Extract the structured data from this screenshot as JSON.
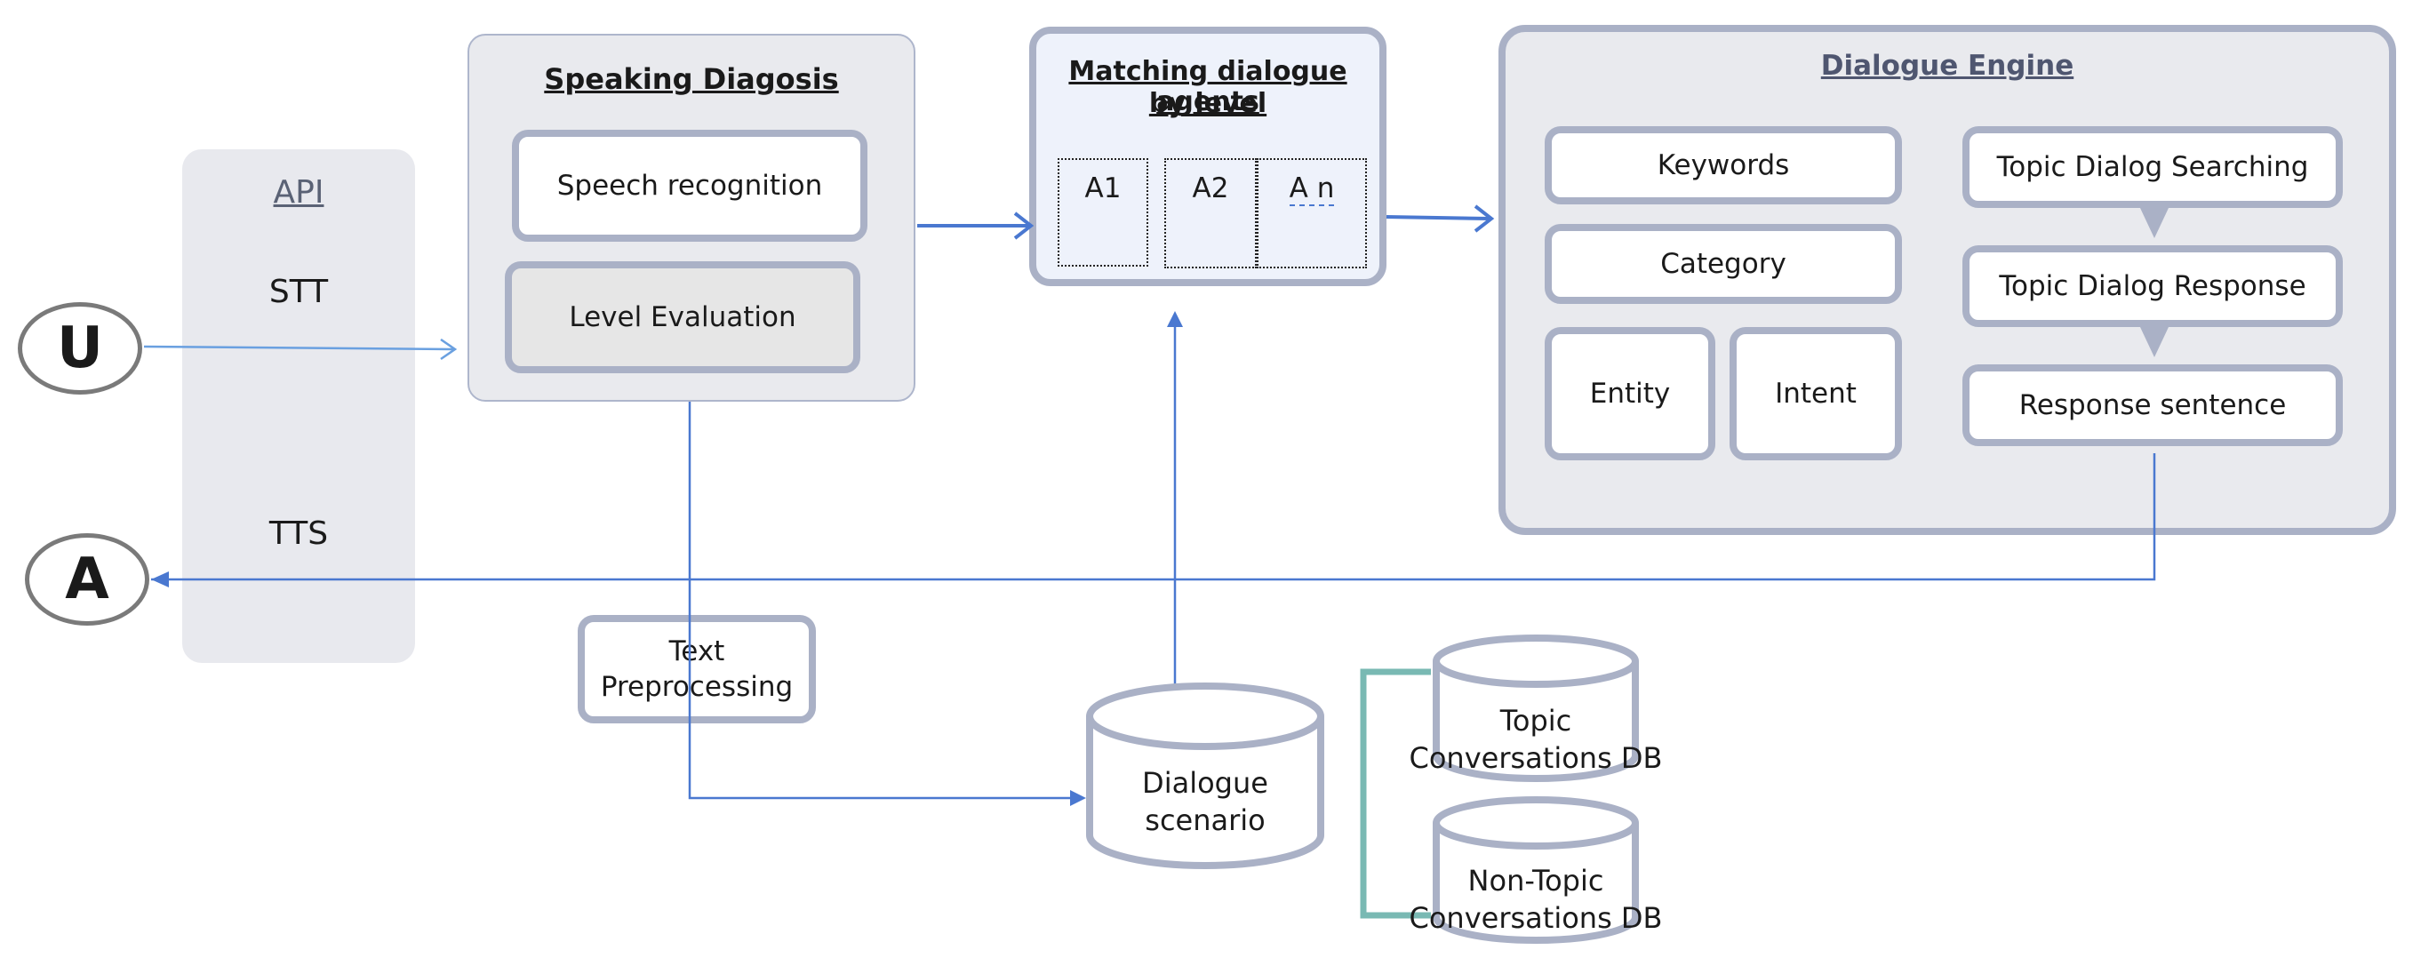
{
  "api": {
    "title": "API",
    "stt": "STT",
    "tts": "TTS"
  },
  "user_node": "U",
  "agent_node": "A",
  "speaking_diagnosis": {
    "title": "Speaking Diagosis",
    "speech_recognition": "Speech recognition",
    "level_evaluation": "Level Evaluation"
  },
  "matching": {
    "title_line1": "Matching dialogue agents",
    "title_line2": "by level",
    "agents": [
      "A1",
      "A2",
      "A n"
    ]
  },
  "engine": {
    "title": "Dialogue Engine",
    "keywords": "Keywords",
    "category": "Category",
    "entity": "Entity",
    "intent": "Intent",
    "topic_searching": "Topic Dialog Searching",
    "topic_response": "Topic Dialog Response",
    "response_sentence": "Response sentence"
  },
  "text_preprocessing": {
    "line1": "Text",
    "line2": "Preprocessing"
  },
  "dialogue_scenario": {
    "line1": "Dialogue",
    "line2": "scenario"
  },
  "topic_db": {
    "line1": "Topic",
    "line2": "Conversations DB"
  },
  "non_topic_db": {
    "line1": "Non-Topic",
    "line2": "Conversations DB"
  },
  "colors": {
    "arrow": "#4a78d0",
    "border": "#aab1c6",
    "bracket": "#79b9b3"
  }
}
